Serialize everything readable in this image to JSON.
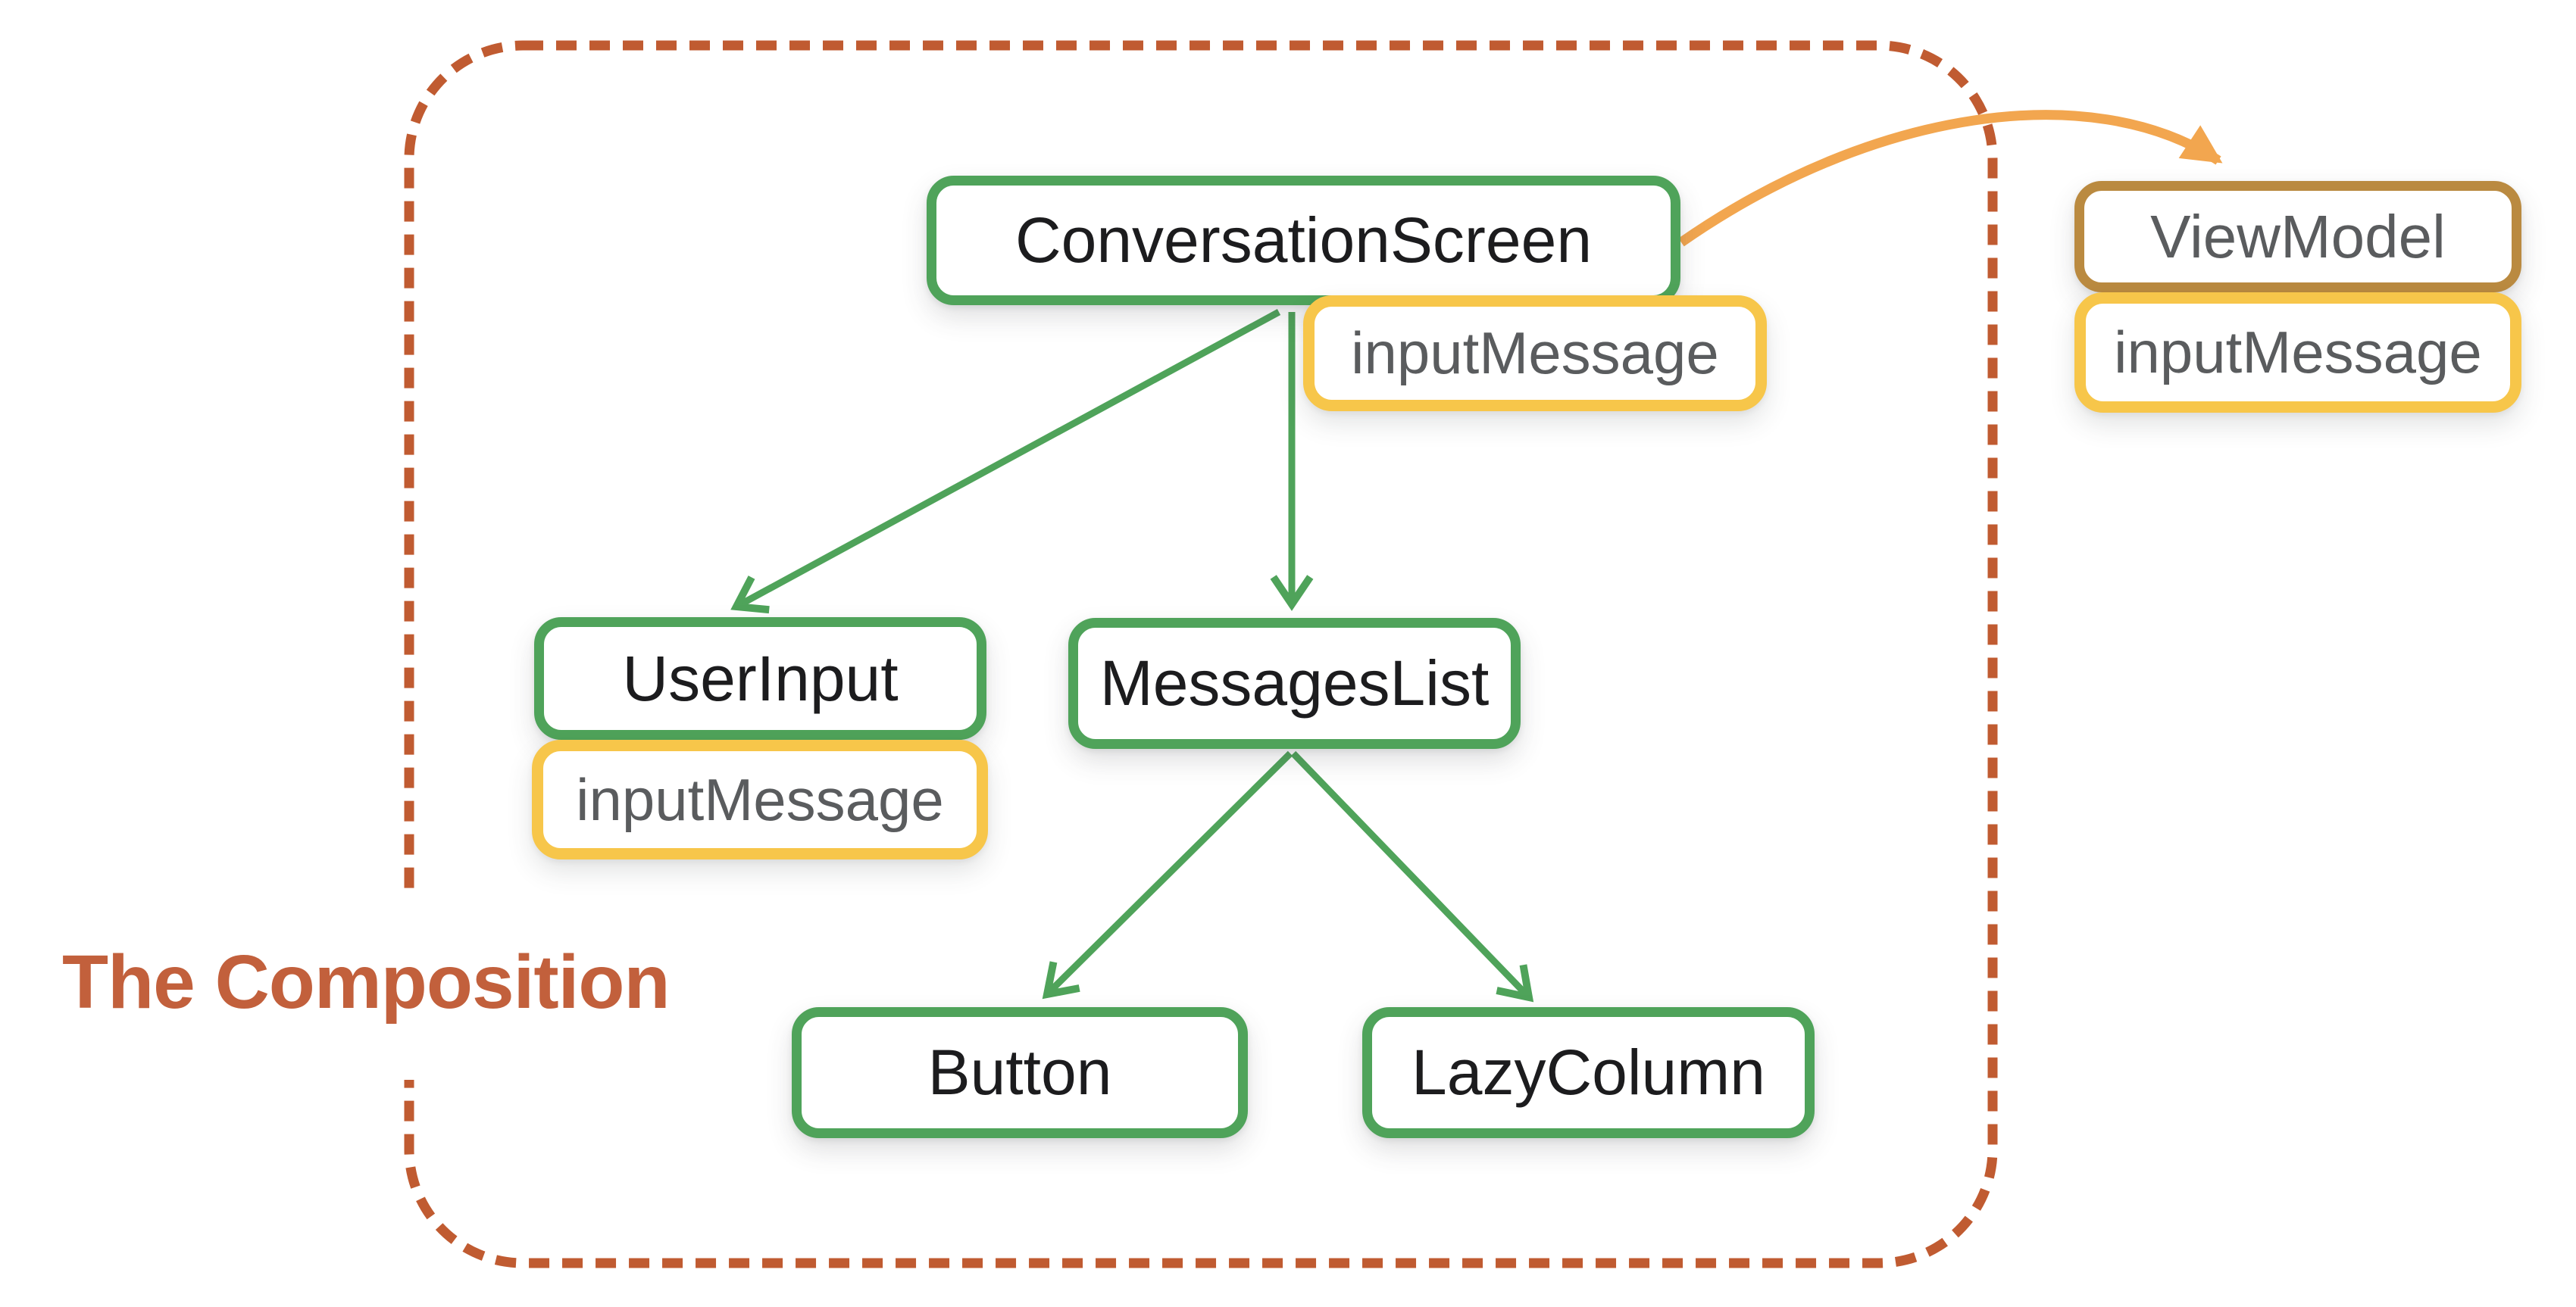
{
  "title": "The Composition",
  "colors": {
    "green": "#4fa35a",
    "yellow": "#f7c64a",
    "brown": "#ba8a40",
    "orange": "#f2a64f",
    "rust": "#c05b31",
    "title": "#c2603c",
    "gray_text": "#5a5c5e",
    "black_text": "#1c1c1e",
    "bg": "#ffffff"
  },
  "nodes": {
    "conversation_screen": {
      "label": "ConversationScreen"
    },
    "cs_state": {
      "label": "inputMessage"
    },
    "user_input": {
      "label": "UserInput"
    },
    "ui_state": {
      "label": "inputMessage"
    },
    "messages_list": {
      "label": "MessagesList"
    },
    "button": {
      "label": "Button"
    },
    "lazy_column": {
      "label": "LazyColumn"
    },
    "view_model": {
      "label": "ViewModel"
    },
    "vm_state": {
      "label": "inputMessage"
    }
  },
  "edges": [
    {
      "from": "ConversationScreen",
      "to": "UserInput",
      "style": "green-arrow"
    },
    {
      "from": "ConversationScreen",
      "to": "MessagesList",
      "style": "green-arrow"
    },
    {
      "from": "MessagesList",
      "to": "Button",
      "style": "green-arrow"
    },
    {
      "from": "MessagesList",
      "to": "LazyColumn",
      "style": "green-arrow"
    },
    {
      "from": "ConversationScreen",
      "to": "ViewModel",
      "style": "orange-curved-arrow"
    }
  ]
}
